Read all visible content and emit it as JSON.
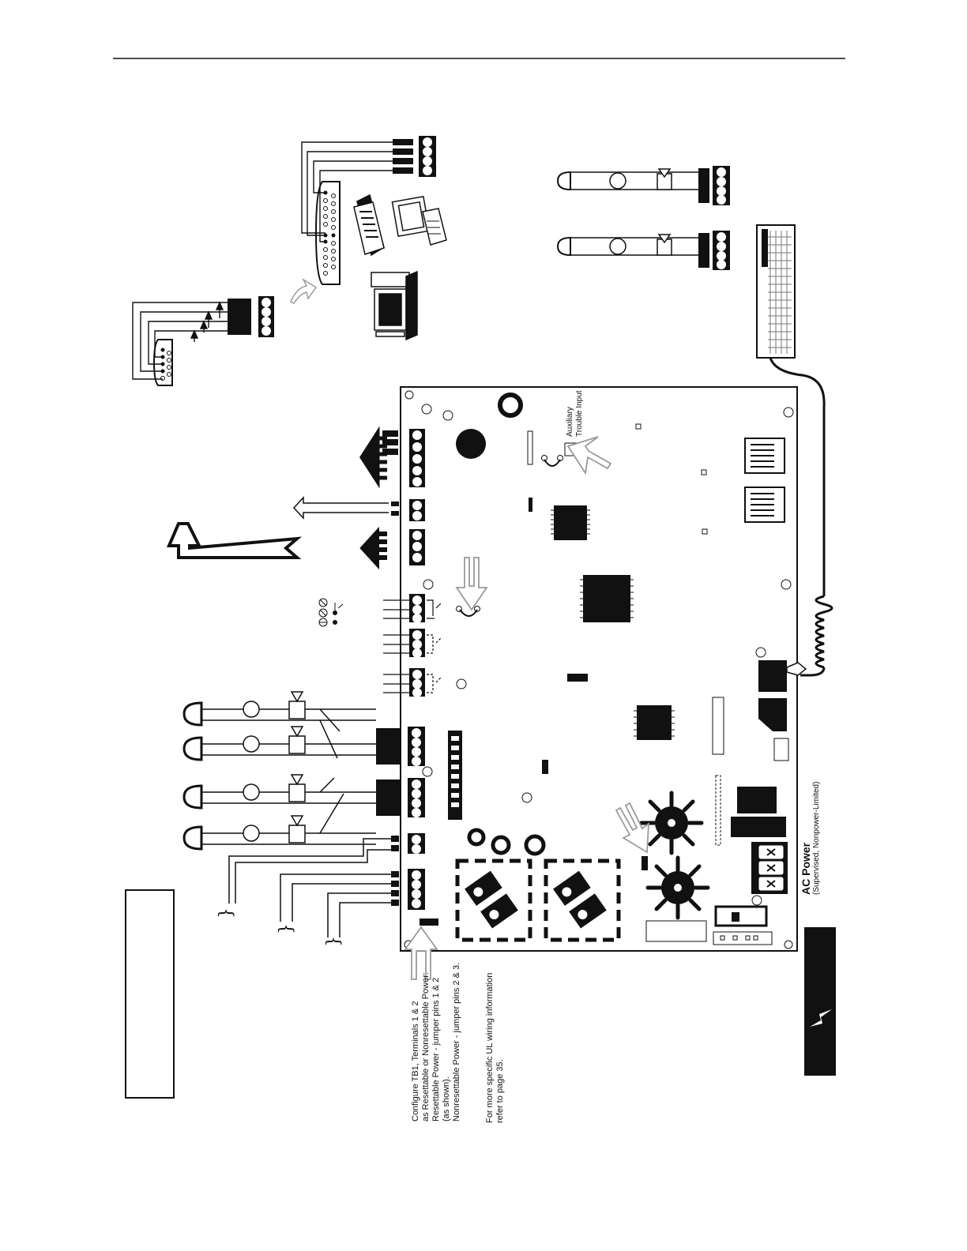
{
  "labels": {
    "aux_trouble_1": "Auxiliary",
    "aux_trouble_2": "Trouble Input",
    "ac_power": "AC Power",
    "ac_power_sub": "(Supervised, Nonpower-Limited)"
  },
  "notes": {
    "tb1_lines": [
      "Configure TB1, Terminals 1 & 2",
      "as Resettable or Nonresettable Power:",
      "Resettable Power - jumper pins 1 & 2",
      "(as shown).",
      "Nonresettable Power - jumper pins 2 & 3."
    ],
    "ul_lines": [
      "For more specific UL wiring information",
      "refer to page 35."
    ]
  },
  "colors": {
    "ink": "#111111",
    "paper": "#ffffff",
    "gray": "#9a9a9a"
  }
}
